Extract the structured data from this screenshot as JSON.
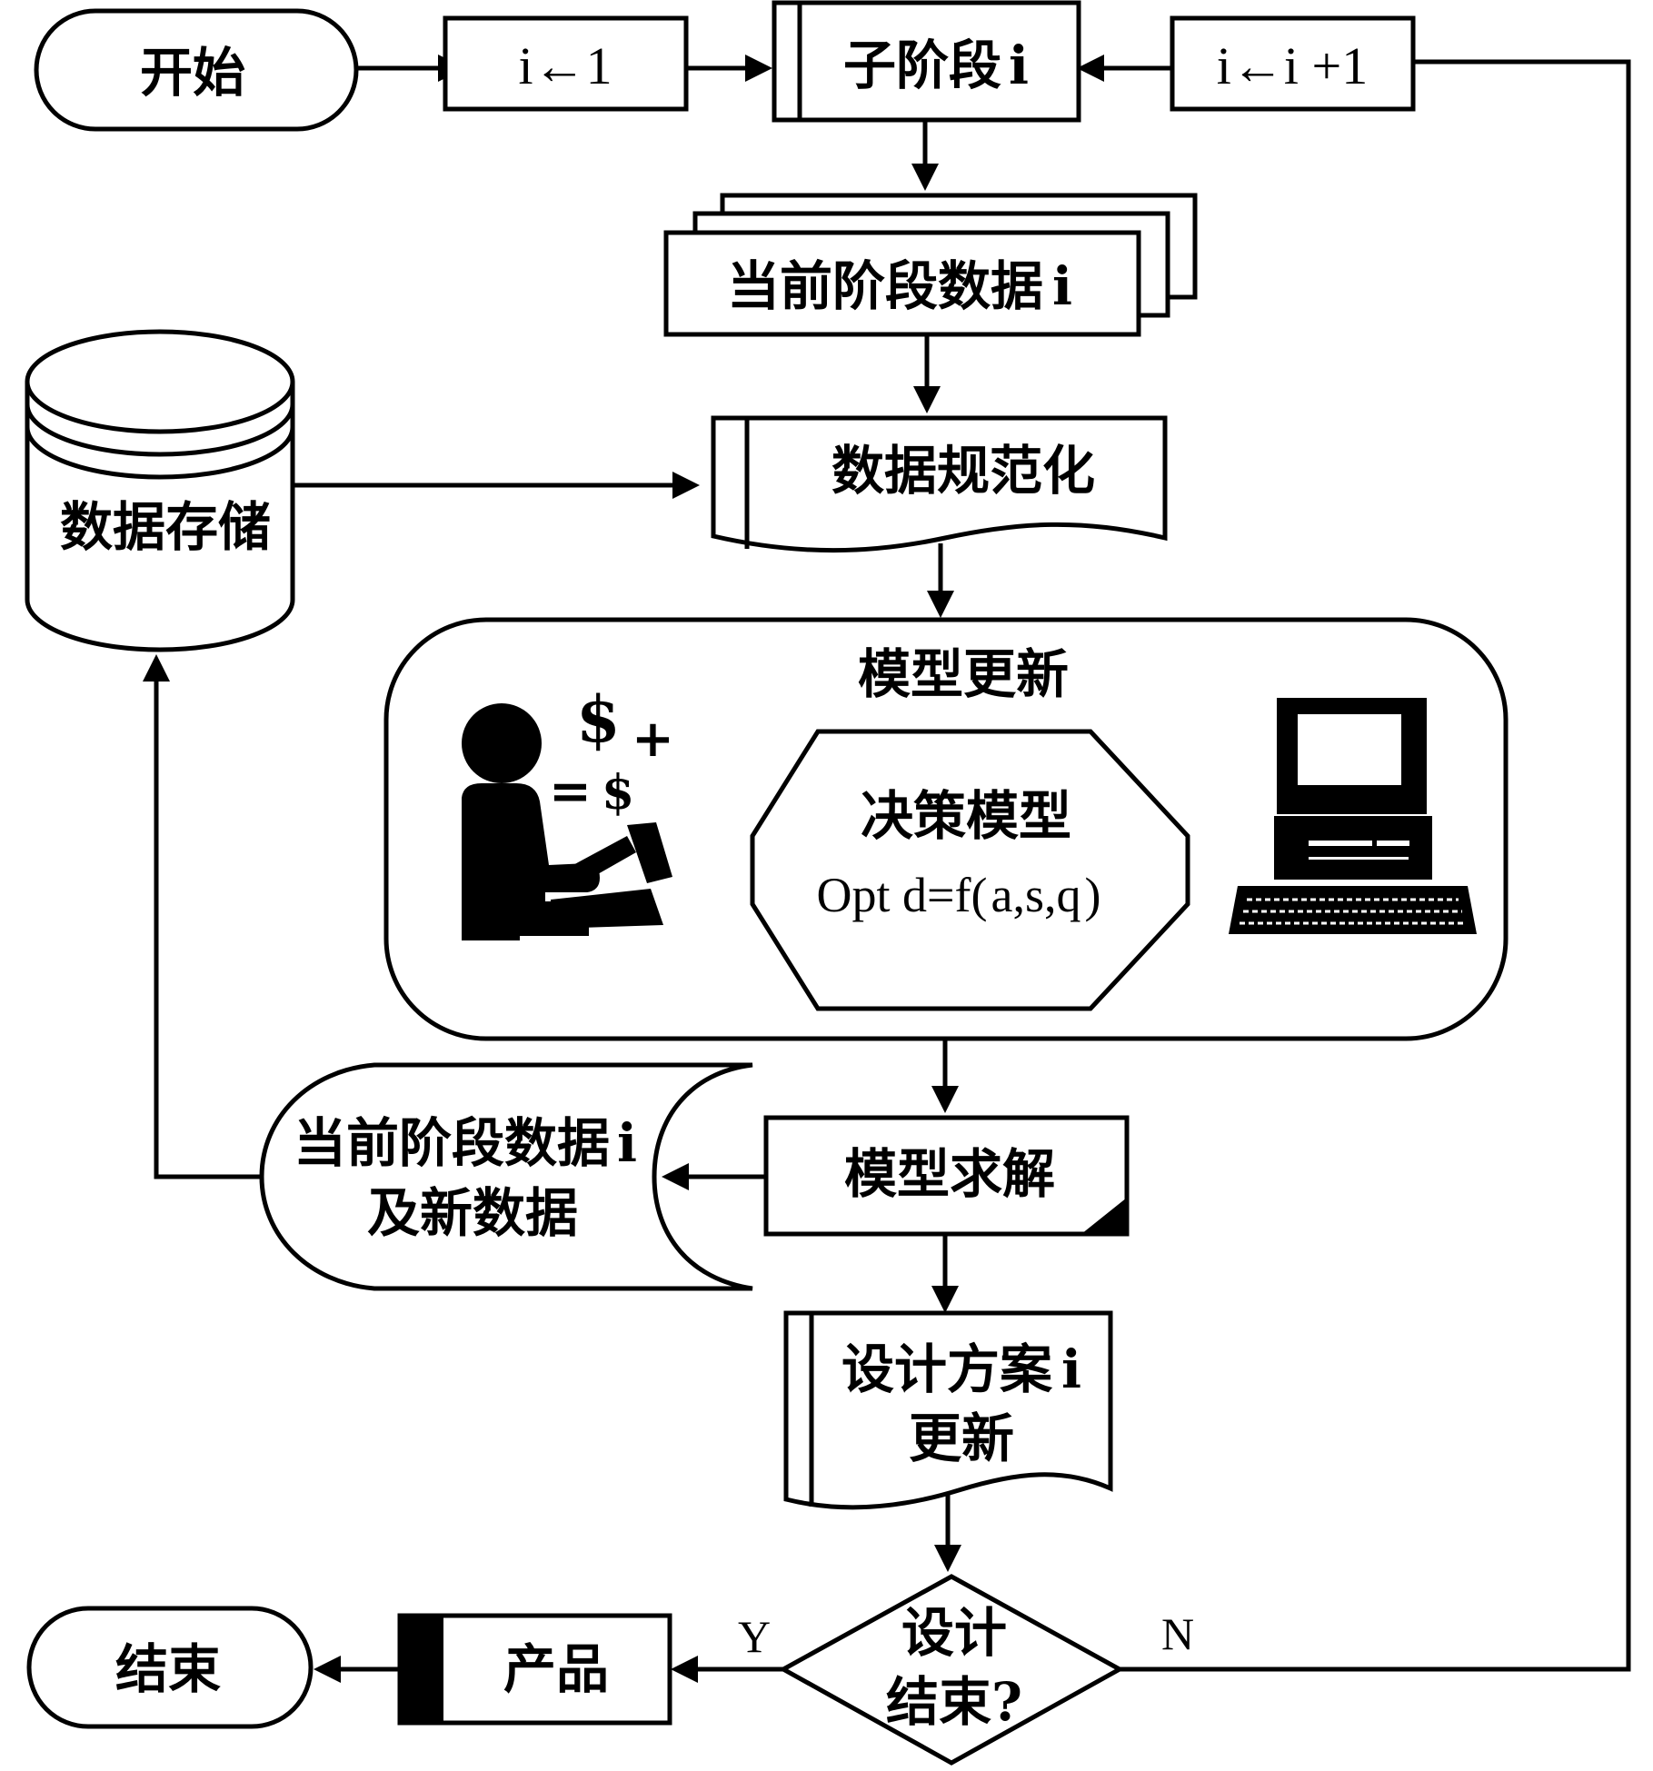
{
  "nodes": {
    "start": "开始",
    "init": {
      "var": "i",
      "arrow": "←1"
    },
    "substage": {
      "text": "子阶段",
      "var": "i"
    },
    "increment": {
      "var": "i",
      "arrow": "←",
      "var2": "i",
      "plus": " +1"
    },
    "current_data": {
      "text": "当前阶段数据",
      "var": "i"
    },
    "normalize": "数据规范化",
    "storage": "数据存储",
    "model_update": "模型更新",
    "decision_model": "决策模型",
    "formula": {
      "opt": "Opt ",
      "d": "d",
      "eq": "=",
      "f": "f",
      "paren_open": "(",
      "args": "a,s,q",
      "paren_close": ")"
    },
    "solve": "模型求解",
    "new_data": {
      "line1": "当前阶段数据",
      "var": "i",
      "line2": "及新数据"
    },
    "design_plan": {
      "line1": "设计方案",
      "var": "i",
      "line2": "更新"
    },
    "decision": {
      "line1": "设计",
      "line2": "结束?"
    },
    "product": "产品",
    "end": "结束"
  },
  "edges": {
    "yes": "Y",
    "no": "N"
  },
  "icons": {
    "money_top": "$",
    "plus": "+",
    "equals": "=",
    "money_bottom": "$"
  }
}
